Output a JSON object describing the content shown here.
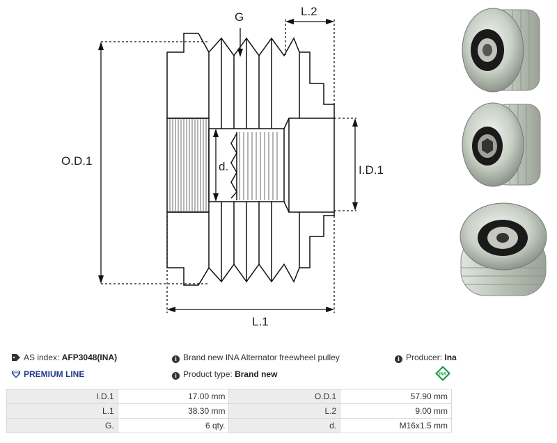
{
  "drawing": {
    "labels": {
      "od1": "O.D.1",
      "id1": "I.D.1",
      "l1": "L.1",
      "l2": "L.2",
      "g": "G",
      "d": "d."
    }
  },
  "info": {
    "as_index_label": "AS index:",
    "as_index_value": "AFP3048(INA)",
    "description": "Brand new INA Alternator freewheel pulley",
    "producer_label": "Producer:",
    "producer_value": "Ina",
    "premium": "PREMIUM LINE",
    "product_type_label": "Product type:",
    "product_type_value": "Brand new",
    "brand_logo_text": "INA"
  },
  "specs": [
    {
      "l1": "I.D.1",
      "v1": "17.00 mm",
      "l2": "O.D.1",
      "v2": "57.90 mm"
    },
    {
      "l1": "L.1",
      "v1": "38.30 mm",
      "l2": "L.2",
      "v2": "9.00 mm"
    },
    {
      "l1": "G.",
      "v1": "6 qty.",
      "l2": "d.",
      "v2": "M16x1.5 mm"
    }
  ],
  "photos": [
    "pulley-photo-front",
    "pulley-photo-hex-side",
    "pulley-photo-angle"
  ]
}
